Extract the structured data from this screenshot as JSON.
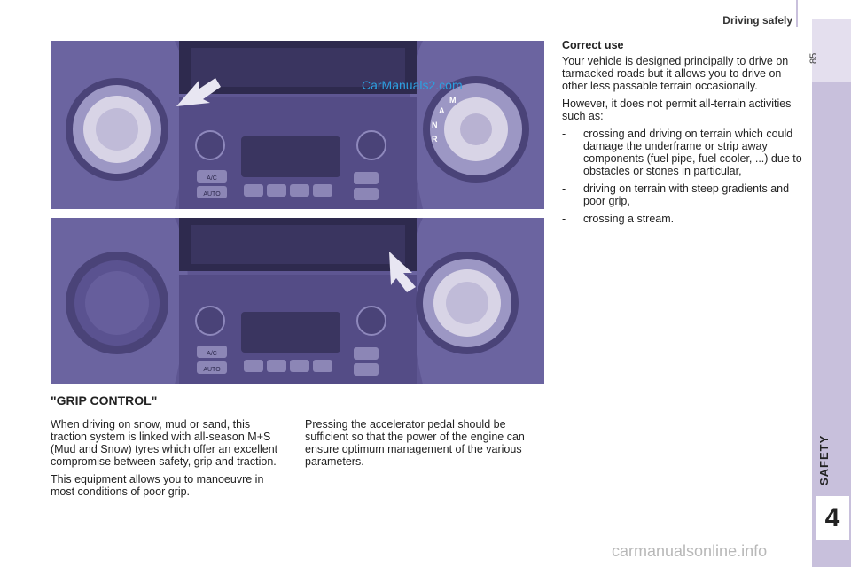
{
  "header": {
    "title": "Driving safely"
  },
  "page_number": "85",
  "side_tab": {
    "section_label": "SAFETY",
    "chapter_number": "4"
  },
  "figure": {
    "watermark": "CarManuals2.com",
    "selector_letters": [
      "M",
      "A",
      "N",
      "R"
    ],
    "panel_buttons": {
      "ac": "A/C",
      "auto": "AUTO"
    },
    "colors": {
      "panel": "#5e5692",
      "knob": "#d8d4e6",
      "arrow": "#e8e6f2"
    }
  },
  "correct_use": {
    "title": "Correct use",
    "paragraphs": [
      "Your vehicle is designed principally to drive on tarmacked roads but it allows you to drive on other less passable terrain occasionally.",
      "However, it does not permit all-terrain activities such as:"
    ],
    "bullets": [
      "crossing and driving on terrain which could damage the underframe or strip away components (fuel pipe, fuel cooler, ...) due to obstacles or stones in particular,",
      "driving on terrain with steep gradients and poor grip,",
      "crossing a stream."
    ],
    "bullet_marker": "-"
  },
  "grip_control": {
    "title": "\"GRIP CONTROL\"",
    "col1": [
      "When driving on snow, mud or sand, this traction system is linked with all-season M+S (Mud and Snow) tyres which offer an excellent compromise between safety, grip and traction.",
      "This equipment allows you to manoeuvre in most conditions of poor grip."
    ],
    "col2": [
      "Pressing the accelerator pedal should be sufficient so that the power of the engine can ensure optimum management of the various parameters."
    ]
  },
  "footer": {
    "watermark": "carmanualsonline.info"
  }
}
